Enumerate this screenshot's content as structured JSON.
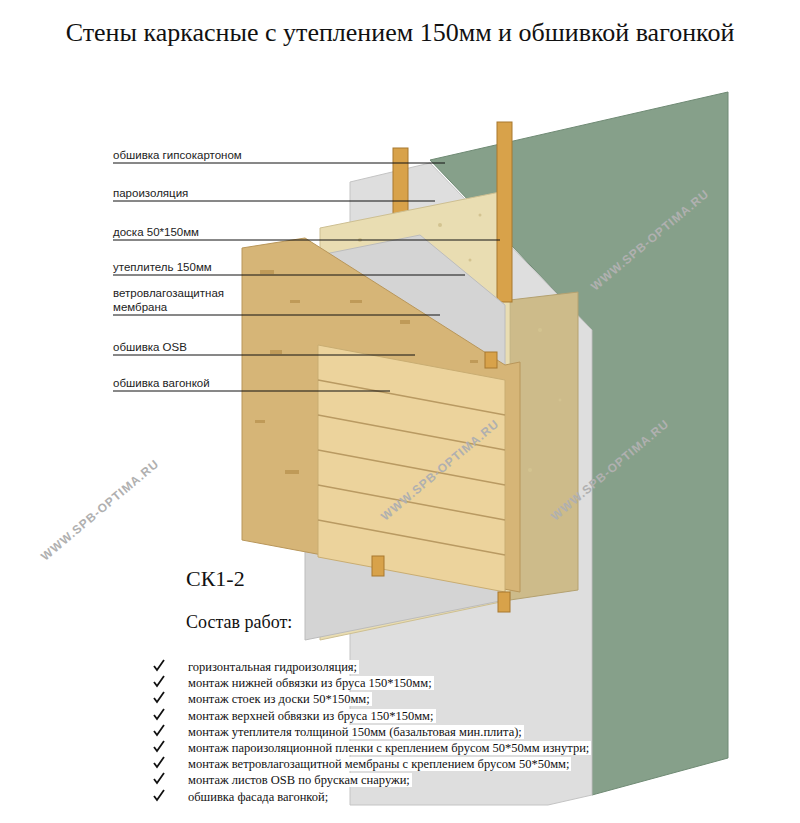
{
  "diagram": {
    "title": "Стены каркасные с утеплением 150мм и обшивкой вагонкой",
    "labels": [
      "обшивка гипсокартоном",
      "пароизоляция",
      "доска 50*150мм",
      "утеплитель 150мм",
      "ветровлагозащитная мембрана",
      "обшивка OSB",
      "обшивка вагонкой",
      "СК1-2",
      "Состав работ:",
      "горизонтальная гидроизоляция;",
      "монтаж нижней обвязки из бруса 150*150мм;",
      "монтаж стоек из доски 50*150мм;",
      "монтаж верхней обвязки из бруса 150*150мм;",
      "монтаж утеплителя толщиной 150мм (базальтовая мин.плита);",
      "монтаж пароизоляционной пленки с креплением брусом 50*50мм изнутри;",
      "монтаж ветровлагозащитной мембраны с креплением брусом 50*50мм;",
      "монтаж листов OSB по брускам снаружи;",
      "обшивка фасада вагонкой;",
      "WWW.SPB-OPTIMA.RU",
      "WWW.SPB-OPTIMA.RU",
      "WWW.SPB-OPTIMA.RU",
      "WWW.SPB-OPTIMA.RU"
    ]
  }
}
